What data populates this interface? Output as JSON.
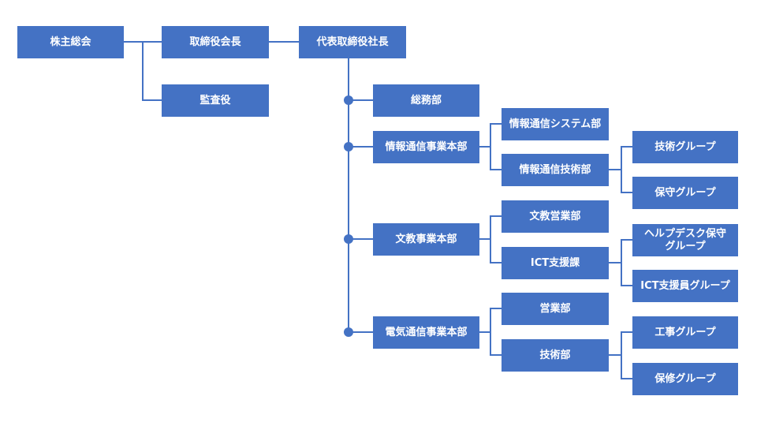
{
  "colors": {
    "box": "#4472c4",
    "line": "#4472c4",
    "text": "#ffffff"
  },
  "nodes": {
    "shareholders_meeting": "株主総会",
    "chairman": "取締役会長",
    "auditor": "監査役",
    "president": "代表取締役社長",
    "general_affairs": "総務部",
    "ict_business_hq": "情報通信事業本部",
    "ict_system_dept": "情報通信システム部",
    "ict_tech_dept": "情報通信技術部",
    "tech_group": "技術グループ",
    "maintenance_group": "保守グループ",
    "education_hq": "文教事業本部",
    "education_sales_dept": "文教営業部",
    "ict_support_section": "ICT支援課",
    "helpdesk_group": "ヘルプデスク保守\nグループ",
    "ict_support_staff_group": "ICT支援員グループ",
    "telecom_hq": "電気通信事業本部",
    "sales_dept": "営業部",
    "technical_dept": "技術部",
    "construction_group": "工事グループ",
    "maintenance_repair_group": "保修グループ"
  }
}
